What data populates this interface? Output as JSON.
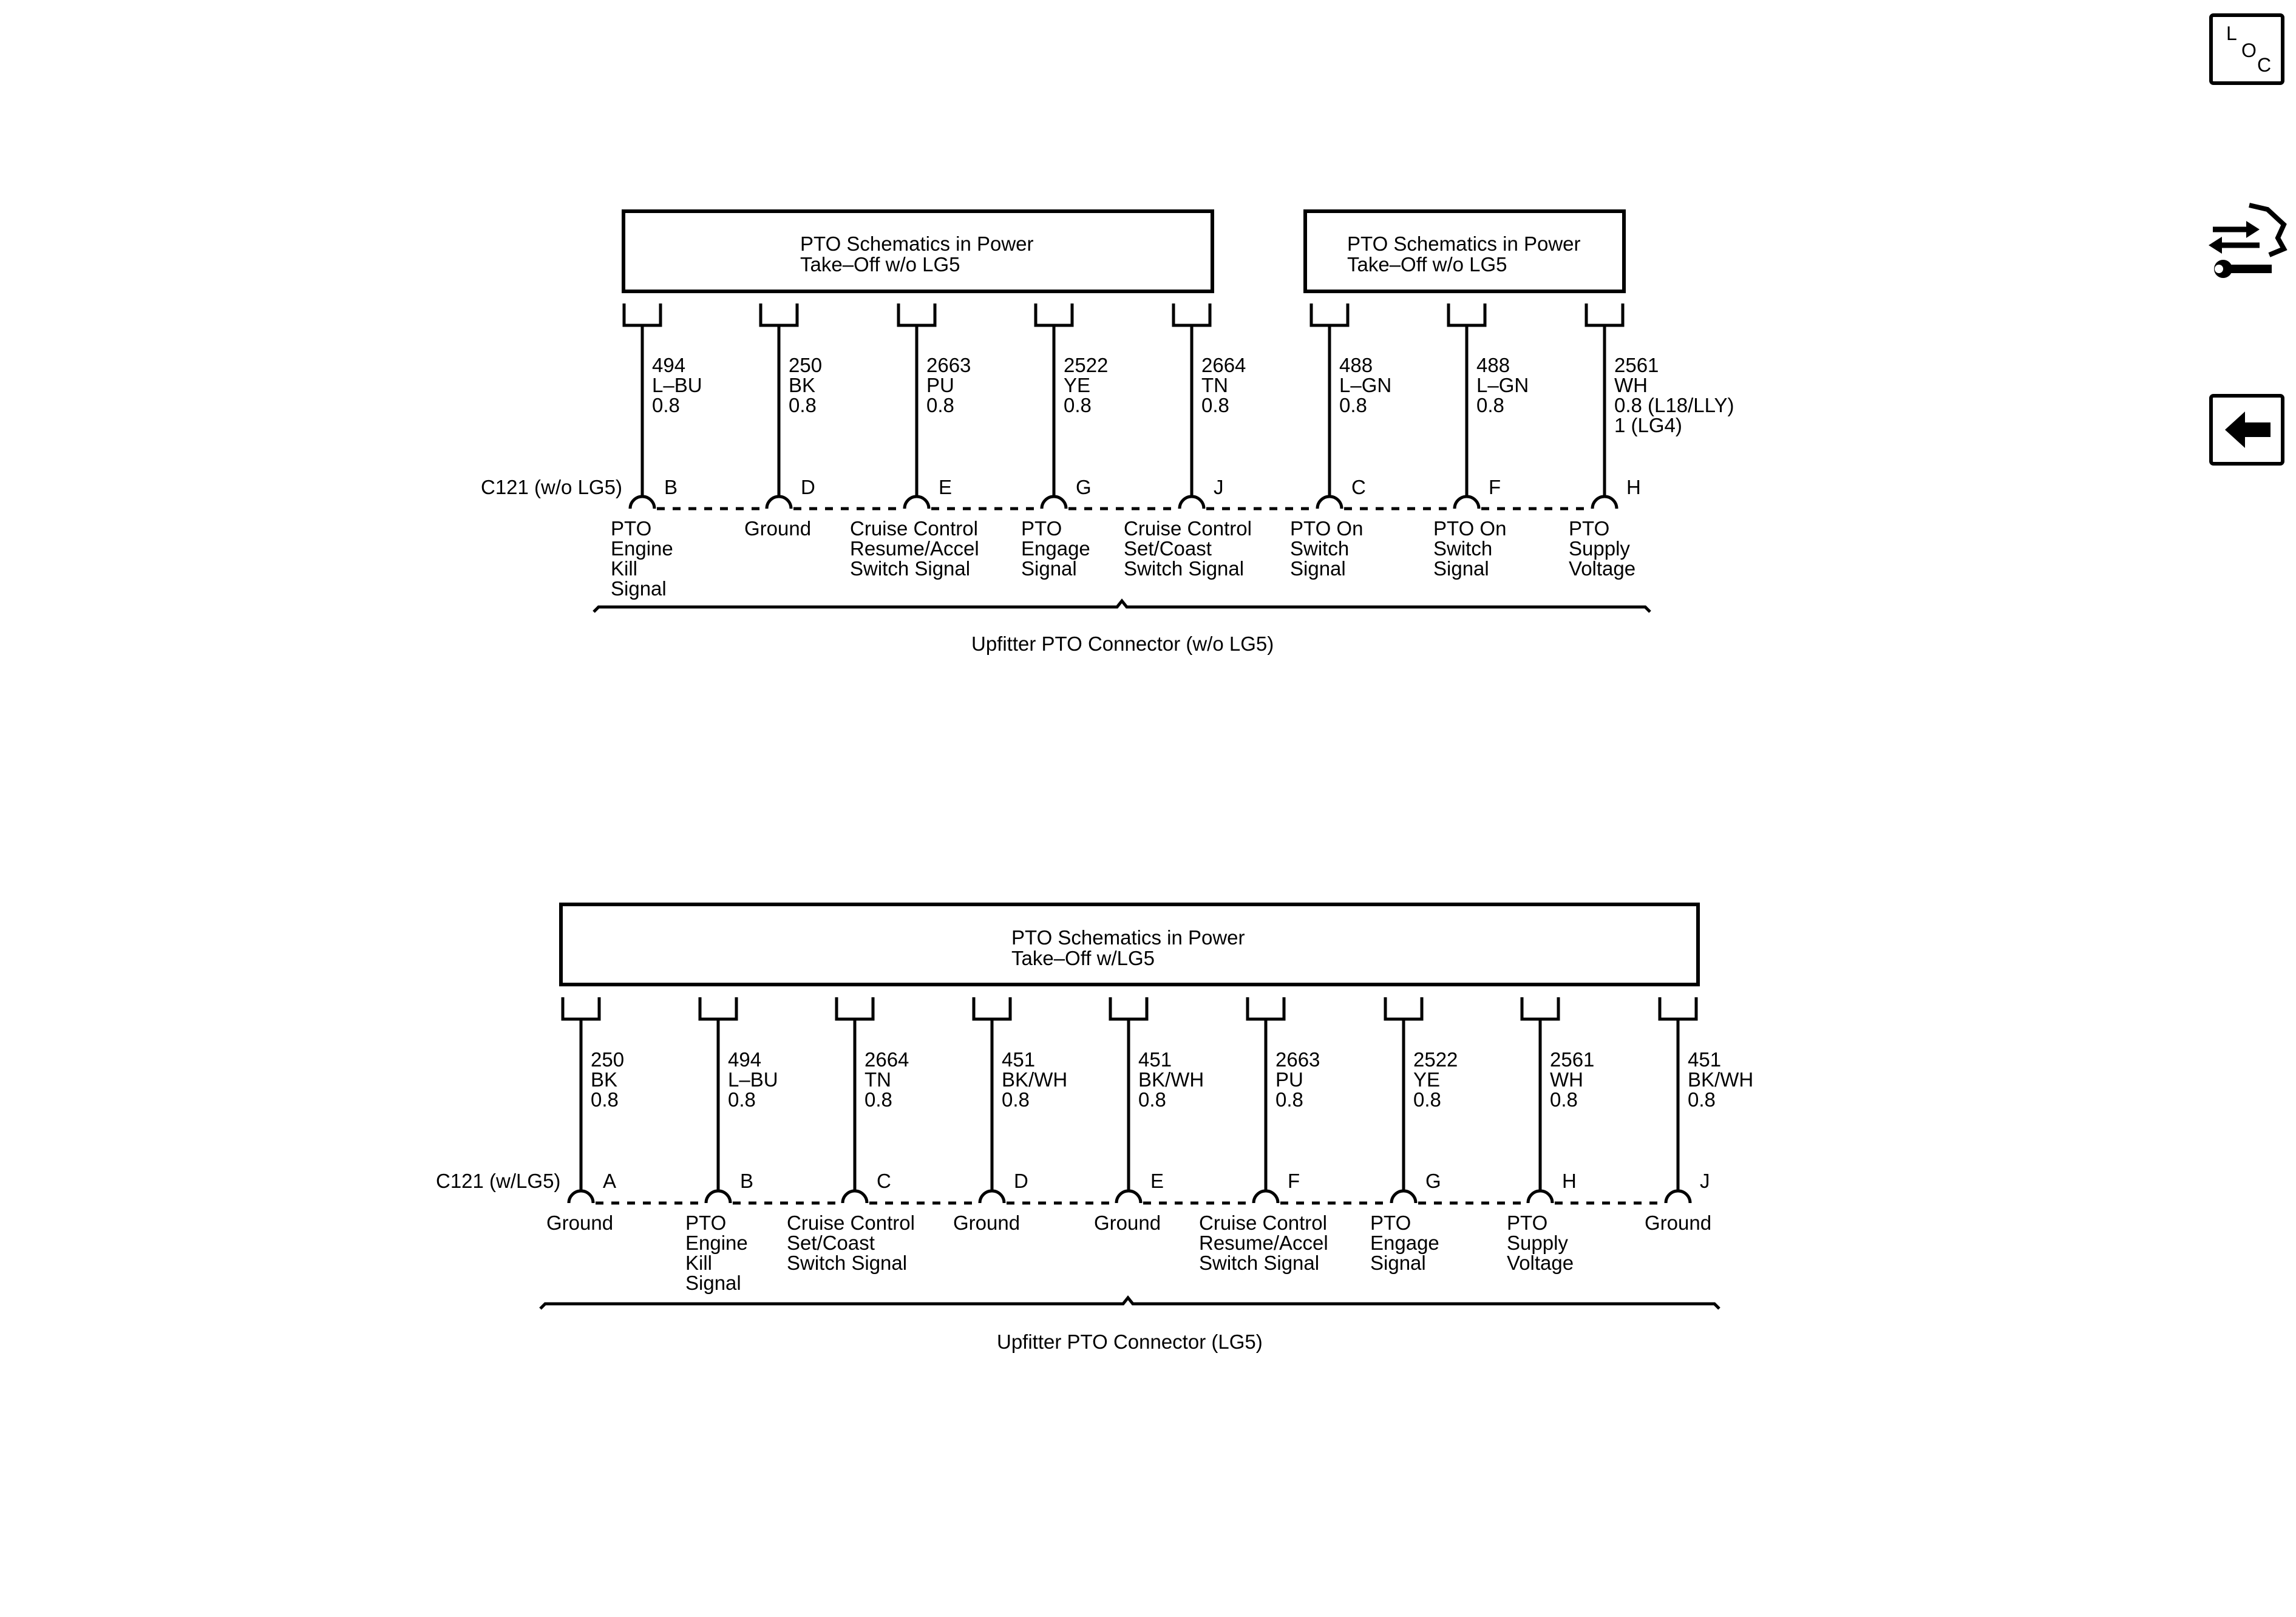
{
  "nav": {
    "loc_letters": [
      "L",
      "O",
      "C"
    ]
  },
  "top": {
    "box_left": [
      "PTO Schematics in Power",
      "Take–Off w/o LG5"
    ],
    "box_right": [
      "PTO Schematics in Power",
      "Take–Off w/o LG5"
    ],
    "connector_label": "C121 (w/o LG5)",
    "harness_label": "Upfitter PTO Connector (w/o LG5)",
    "pins": [
      {
        "letter": "B",
        "wire": [
          "494",
          "L–BU",
          "0.8"
        ],
        "function": [
          "PTO",
          "Engine",
          "Kill",
          "Signal"
        ]
      },
      {
        "letter": "D",
        "wire": [
          "250",
          "BK",
          "0.8"
        ],
        "function": [
          "Ground"
        ]
      },
      {
        "letter": "E",
        "wire": [
          "2663",
          "PU",
          "0.8"
        ],
        "function": [
          "Cruise Control",
          "Resume/Accel",
          "Switch Signal"
        ]
      },
      {
        "letter": "G",
        "wire": [
          "2522",
          "YE",
          "0.8"
        ],
        "function": [
          "PTO",
          "Engage",
          "Signal"
        ]
      },
      {
        "letter": "J",
        "wire": [
          "2664",
          "TN",
          "0.8"
        ],
        "function": [
          "Cruise Control",
          "Set/Coast",
          "Switch Signal"
        ]
      },
      {
        "letter": "C",
        "wire": [
          "488",
          "L–GN",
          "0.8"
        ],
        "function": [
          "PTO On",
          "Switch",
          "Signal"
        ]
      },
      {
        "letter": "F",
        "wire": [
          "488",
          "L–GN",
          "0.8"
        ],
        "function": [
          "PTO On",
          "Switch",
          "Signal"
        ]
      },
      {
        "letter": "H",
        "wire": [
          "2561",
          "WH",
          "0.8 (L18/LLY)",
          "1 (LG4)"
        ],
        "function": [
          "PTO",
          "Supply",
          "Voltage"
        ]
      }
    ]
  },
  "bottom": {
    "box": [
      "PTO Schematics in Power",
      "Take–Off w/LG5"
    ],
    "connector_label": "C121 (w/LG5)",
    "harness_label": "Upfitter PTO Connector (LG5)",
    "pins": [
      {
        "letter": "A",
        "wire": [
          "250",
          "BK",
          "0.8"
        ],
        "function": [
          "Ground"
        ]
      },
      {
        "letter": "B",
        "wire": [
          "494",
          "L–BU",
          "0.8"
        ],
        "function": [
          "PTO",
          "Engine",
          "Kill",
          "Signal"
        ]
      },
      {
        "letter": "C",
        "wire": [
          "2664",
          "TN",
          "0.8"
        ],
        "function": [
          "Cruise Control",
          "Set/Coast",
          "Switch Signal"
        ]
      },
      {
        "letter": "D",
        "wire": [
          "451",
          "BK/WH",
          "0.8"
        ],
        "function": [
          "Ground"
        ]
      },
      {
        "letter": "E",
        "wire": [
          "451",
          "BK/WH",
          "0.8"
        ],
        "function": [
          "Ground"
        ]
      },
      {
        "letter": "F",
        "wire": [
          "2663",
          "PU",
          "0.8"
        ],
        "function": [
          "Cruise Control",
          "Resume/Accel",
          "Switch Signal"
        ]
      },
      {
        "letter": "G",
        "wire": [
          "2522",
          "YE",
          "0.8"
        ],
        "function": [
          "PTO",
          "Engage",
          "Signal"
        ]
      },
      {
        "letter": "H",
        "wire": [
          "2561",
          "WH",
          "0.8"
        ],
        "function": [
          "PTO",
          "Supply",
          "Voltage"
        ]
      },
      {
        "letter": "J",
        "wire": [
          "451",
          "BK/WH",
          "0.8"
        ],
        "function": [
          "Ground"
        ]
      }
    ]
  }
}
